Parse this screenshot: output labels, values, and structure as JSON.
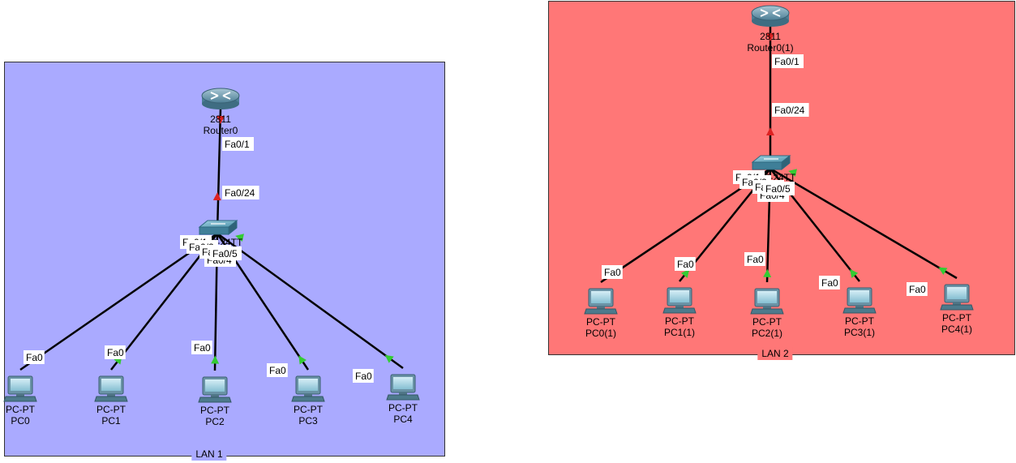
{
  "zones": [
    {
      "id": "lan1",
      "label": "LAN 1",
      "color": "#aaaaff"
    },
    {
      "id": "lan2",
      "label": "LAN 2",
      "color": "#ff7777"
    }
  ],
  "colors": {
    "cable": "#000000",
    "link_up": "#33cc33",
    "link_down": "#dd2222"
  },
  "lan1": {
    "router": {
      "model": "2811",
      "name": "Router0",
      "port": "Fa0/1"
    },
    "switch": {
      "uplink_port": "Fa0/24",
      "label_fragment": "2960-24TT",
      "ports": [
        "Fa0/1",
        "Fa0/2",
        "Fa0/3",
        "Fa0/4",
        "Fa0/5"
      ]
    },
    "pcs": [
      {
        "model": "PC-PT",
        "name": "PC0",
        "port": "Fa0"
      },
      {
        "model": "PC-PT",
        "name": "PC1",
        "port": "Fa0"
      },
      {
        "model": "PC-PT",
        "name": "PC2",
        "port": "Fa0"
      },
      {
        "model": "PC-PT",
        "name": "PC3",
        "port": "Fa0"
      },
      {
        "model": "PC-PT",
        "name": "PC4",
        "port": "Fa0"
      }
    ]
  },
  "lan2": {
    "router": {
      "model": "2811",
      "name": "Router0(1)",
      "port": "Fa0/1"
    },
    "switch": {
      "uplink_port": "Fa0/24",
      "label_fragment": "2960-24TT",
      "ports": [
        "Fa0/1",
        "Fa0/2",
        "Fa0/3",
        "Fa0/4",
        "Fa0/5"
      ]
    },
    "pcs": [
      {
        "model": "PC-PT",
        "name": "PC0(1)",
        "port": "Fa0"
      },
      {
        "model": "PC-PT",
        "name": "PC1(1)",
        "port": "Fa0"
      },
      {
        "model": "PC-PT",
        "name": "PC2(1)",
        "port": "Fa0"
      },
      {
        "model": "PC-PT",
        "name": "PC3(1)",
        "port": "Fa0"
      },
      {
        "model": "PC-PT",
        "name": "PC4(1)",
        "port": "Fa0"
      }
    ]
  }
}
